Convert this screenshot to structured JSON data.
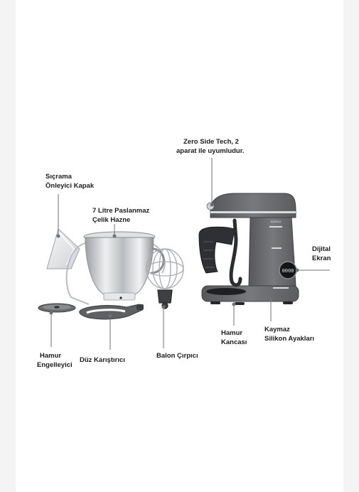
{
  "callouts": {
    "zero_side_tech": [
      "Zero Side Tech, 2",
      "aparat ile uyumludur."
    ],
    "splash_lid": [
      "Sıçrama",
      "Önleyici Kapak"
    ],
    "bowl": [
      "7 Litre Paslanmaz",
      "Çelik Hazne"
    ],
    "digital_display": [
      "Dijital",
      "Ekran"
    ],
    "dough_stopper": [
      "Hamur",
      "Engelleyici"
    ],
    "flat_beater": "Düz Karıştırıcı",
    "balloon_whisk": "Balon Çırpıcı",
    "dough_hook": [
      "Hamur",
      "Kancası"
    ],
    "non_slip_feet": [
      "Kaymaz",
      "Silikon Ayakları"
    ]
  },
  "mixer": {
    "display_value": "0000",
    "brand_text": "KARACA"
  },
  "colors": {
    "body": "#6d6f72",
    "body_dark": "#4a4c4f",
    "steel": "#c9cbcd",
    "accent_line": "#1f1f1f",
    "background": "#ffffff",
    "page": "#f4f4f5"
  }
}
